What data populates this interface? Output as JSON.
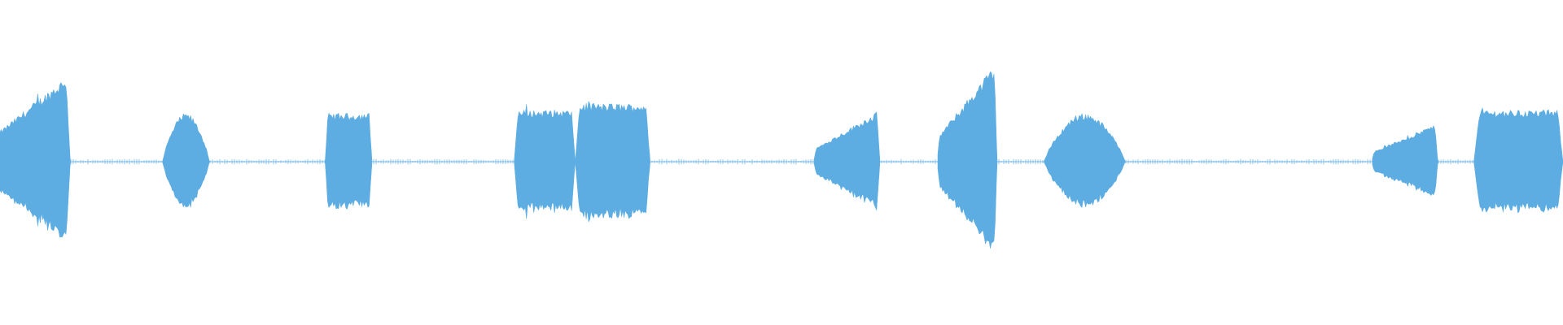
{
  "waveform": {
    "color": "#5dade2",
    "background": "#ffffff",
    "duration_label": "",
    "segments": [
      {
        "start": 0.0,
        "end": 0.045,
        "amp": 0.55,
        "shape": "attack-peak"
      },
      {
        "start": 0.104,
        "end": 0.134,
        "amp": 0.3,
        "shape": "swell"
      },
      {
        "start": 0.208,
        "end": 0.238,
        "amp": 0.3,
        "shape": "flat"
      },
      {
        "start": 0.329,
        "end": 0.368,
        "amp": 0.32,
        "shape": "flat"
      },
      {
        "start": 0.368,
        "end": 0.416,
        "amp": 0.36,
        "shape": "flat"
      },
      {
        "start": 0.521,
        "end": 0.563,
        "amp": 0.32,
        "shape": "ramp-up"
      },
      {
        "start": 0.6,
        "end": 0.638,
        "amp": 0.62,
        "shape": "ramp-up"
      },
      {
        "start": 0.668,
        "end": 0.72,
        "amp": 0.3,
        "shape": "swell"
      },
      {
        "start": 0.878,
        "end": 0.92,
        "amp": 0.24,
        "shape": "ramp-up"
      },
      {
        "start": 0.943,
        "end": 1.0,
        "amp": 0.32,
        "shape": "flat"
      }
    ],
    "noise_floor": 0.012
  }
}
